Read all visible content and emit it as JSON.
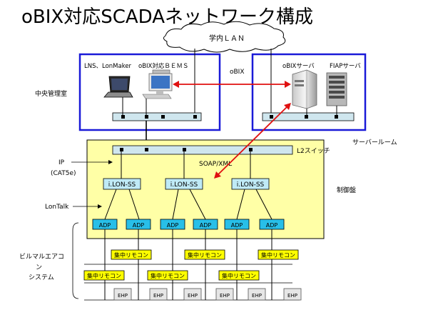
{
  "title": "oBIX対応SCADAネットワーク構成",
  "cloud_label": "学内ＬＡＮ",
  "central_room": {
    "label": "中央管理室",
    "lns_label": "LNS、LonMaker",
    "bems_label": "oBIX対応ＢＥＭＳ"
  },
  "server_room": {
    "label": "サーバールーム",
    "obix_server_label": "oBIXサーバ",
    "fiap_server_label": "FIAPサーバ"
  },
  "obix_label": "oBIX",
  "soap_label": "SOAP/XML",
  "l2_switch_label": "L2スイッチ",
  "ip_label": "IP",
  "cat_label": "(CAT5e)",
  "lontalk_label": "LonTalk",
  "panel_label": "制御盤",
  "ilon_labels": [
    "i.LON-SS",
    "i.LON-SS",
    "i.LON-SS"
  ],
  "adp_labels": [
    "ADP",
    "ADP",
    "ADP",
    "ADP",
    "ADP",
    "ADP"
  ],
  "upper_remote_labels": [
    "集中リモコン",
    "集中リモコン",
    "集中リモコン"
  ],
  "lower_remote_labels": [
    "集中リモコン",
    "集中リモコン",
    "集中リモコン"
  ],
  "ehp_labels": [
    "EHP",
    "EHP",
    "EHP",
    "EHP",
    "EHP",
    "EHP"
  ],
  "building_ac_label_1": "ビルマルエアコ",
  "building_ac_label_2": "ン",
  "system_label": "システム"
}
